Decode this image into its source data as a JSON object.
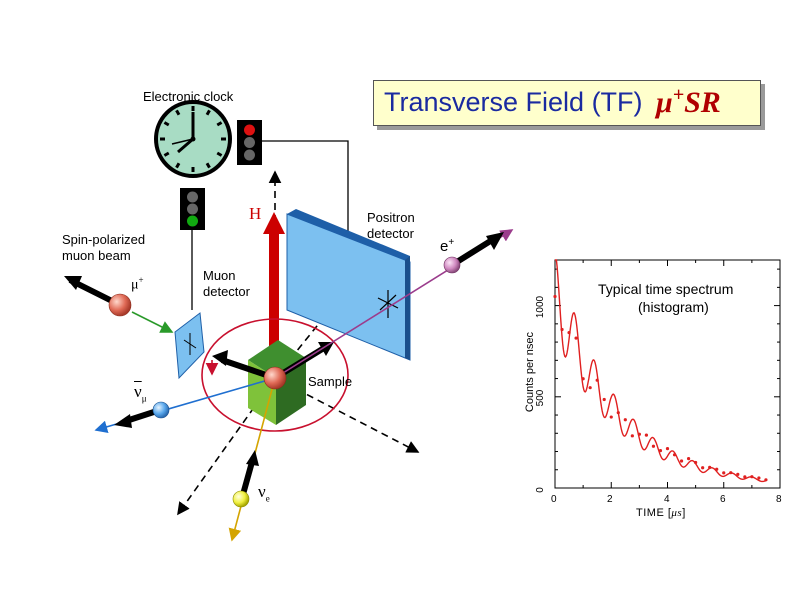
{
  "title": {
    "text": "Transverse Field (TF)",
    "mu": "μ",
    "plus": "+",
    "sr": "SR"
  },
  "labels": {
    "clock": "Electronic clock",
    "beam_line1": "Spin-polarized",
    "beam_line2": "muon beam",
    "muon_detector_line1": "Muon",
    "muon_detector_line2": "detector",
    "positron_detector_line1": "Positron",
    "positron_detector_line2": "detector",
    "sample": "Sample",
    "field": "H",
    "muon": "μ",
    "muon_charge": "+",
    "positron": "e",
    "positron_charge": "+",
    "nu_e": "ν",
    "nu_e_sub": "e",
    "nu_mu": "ν",
    "nu_mu_sub": "μ"
  },
  "spectrum": {
    "title_line1": "Typical time spectrum",
    "title_line2": "(histogram)",
    "xlabel": "TIME [",
    "xunit": "μs",
    "xunit_close": "]",
    "ylabel": "Counts per nsec",
    "xticks": [
      "0",
      "2",
      "4",
      "6",
      "8"
    ],
    "yticks": [
      "0",
      "500",
      "1000"
    ]
  },
  "chart_data": {
    "type": "scatter",
    "title": "Typical time spectrum (histogram)",
    "xlabel": "TIME [μs]",
    "ylabel": "Counts per nsec",
    "xlim": [
      0,
      8
    ],
    "ylim": [
      0,
      1250
    ],
    "model": {
      "N0": 1050,
      "decay_time_us": 2.2,
      "asymmetry": 0.22,
      "precession_period_us": 0.7
    },
    "series": [
      {
        "x": [
          0,
          0.25,
          0.5,
          0.75,
          1,
          1.25,
          1.5,
          1.75,
          2,
          2.25,
          2.5,
          2.75,
          3,
          3.25,
          3.5,
          3.75,
          4,
          4.25,
          4.5,
          4.75,
          5,
          5.25,
          5.5,
          5.75,
          6,
          6.25,
          6.5,
          6.75,
          7,
          7.25,
          7.5
        ],
        "values": [
          1050,
          869,
          852,
          822,
          599,
          550,
          591,
          485,
          389,
          413,
          374,
          286,
          295,
          290,
          229,
          205,
          216,
          182,
          148,
          161,
          140,
          111,
          113,
          103,
          83,
          84,
          75,
          61,
          62,
          55,
          45
        ]
      }
    ],
    "colors": {
      "data": "#e02020"
    }
  },
  "colors": {
    "clock_face": "#a8dcc4",
    "detector": "#7cc0f0",
    "detector_edge": "#1e5fa8",
    "field_arrow": "#cc0000",
    "sample_top": "#3f8f2f",
    "sample_front": "#6cbf2a",
    "sample_side": "#2e6b22",
    "muon_ball": "#e06a56",
    "positron_ball": "#d089c0",
    "nu_mu_ball": "#5aa8ec",
    "nu_e_ball": "#f0f040",
    "precession_ring": "#c8102e",
    "positron_track": "#9b3c8c",
    "muon_track": "#2a9a2a",
    "nu_mu_track": "#1f6fd0",
    "nu_e_track": "#d4a400",
    "title_bg": "#ffffcc",
    "title_text": "#1a2aa0",
    "title_mu": "#b00000",
    "light_red": "#dd1111",
    "light_green": "#11aa11",
    "light_off": "#666666"
  }
}
